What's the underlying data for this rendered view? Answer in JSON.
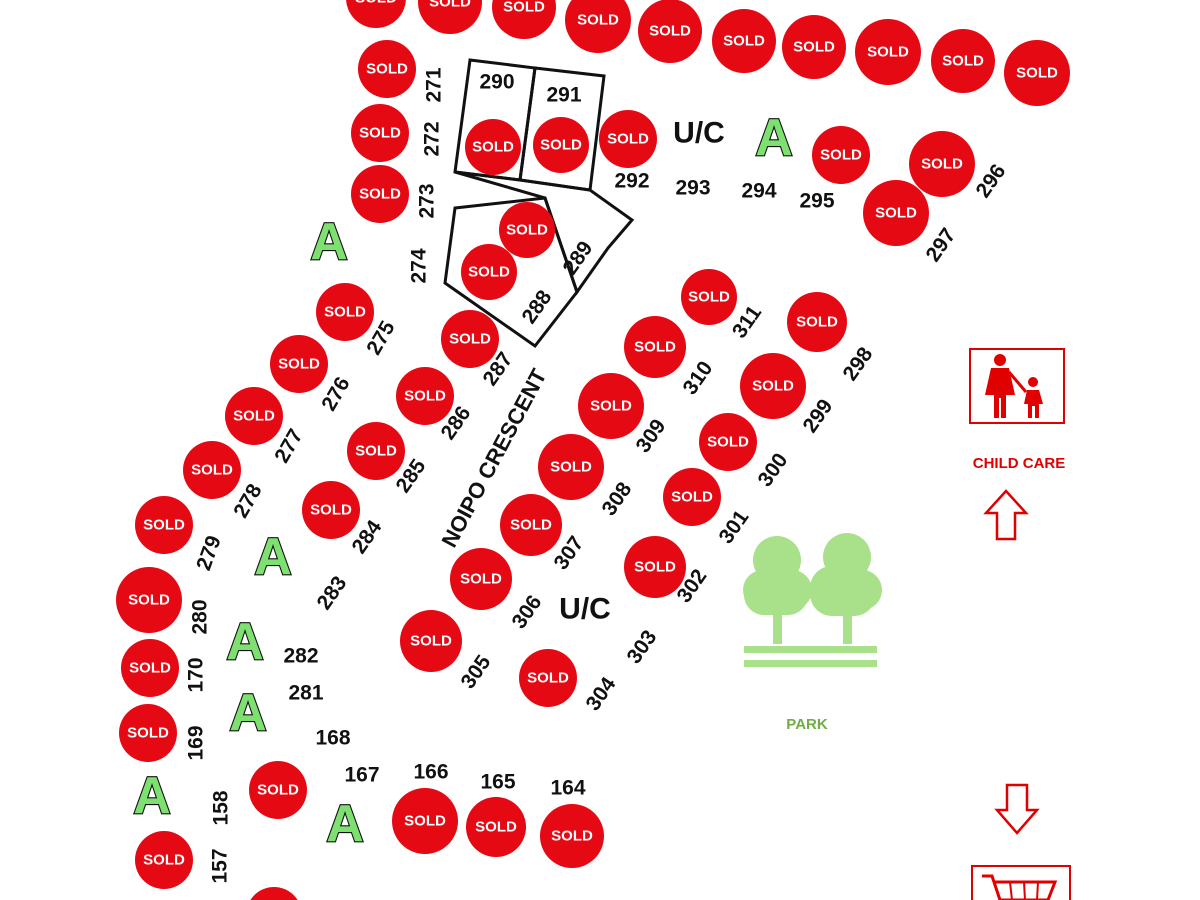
{
  "street_name": "NOIPO CRESCENT",
  "legend": {
    "sold_label": "SOLD",
    "available_label": "A",
    "under_construction_label": "U/C",
    "park_label": "PARK",
    "child_care_label": "CHILD CARE"
  },
  "lot_numbers": [
    "271",
    "272",
    "273",
    "274",
    "275",
    "276",
    "277",
    "278",
    "279",
    "280",
    "170",
    "169",
    "158",
    "157",
    "290",
    "291",
    "292",
    "293",
    "294",
    "295",
    "296",
    "297",
    "298",
    "299",
    "300",
    "301",
    "302",
    "303",
    "304",
    "305",
    "306",
    "307",
    "308",
    "309",
    "310",
    "311",
    "289",
    "288",
    "287",
    "286",
    "285",
    "284",
    "283",
    "282",
    "281",
    "168",
    "167",
    "166",
    "165",
    "164"
  ],
  "colors": {
    "sold": "#e50914",
    "available": "#7de070",
    "park": "#a9e08a",
    "child_care": "#e00000",
    "text": "#111111"
  },
  "icons": [
    "sold-badge",
    "available-marker",
    "park-trees-icon",
    "child-care-icon",
    "arrow-up-icon",
    "arrow-down-icon",
    "shopping-cart-icon"
  ]
}
